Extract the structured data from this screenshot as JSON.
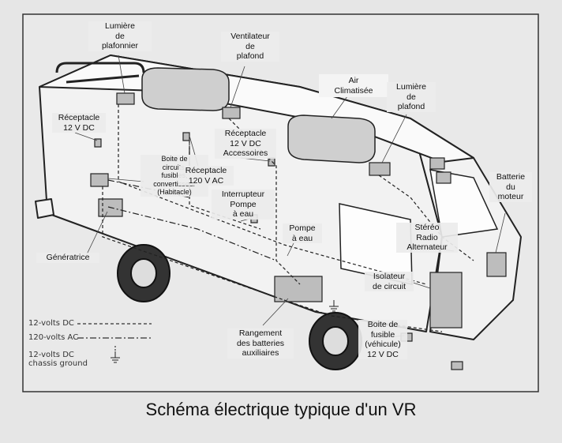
{
  "caption": "Schéma électrique typique d'un VR",
  "labels": {
    "lumiere_plafonnier": "Lumière\nde\nplafonnier",
    "ventilateur": "Ventilateur\nde\nplafond",
    "air_climatisee": "Air\nClimatisée",
    "lumiere_plafond": "Lumière\nde\nplafond",
    "receptacle_12v": "Réceptacle\n12 V DC",
    "receptacle_12v_acc": "Réceptacle\n12 V DC\nAccessoires",
    "boite_circuits": "Boite de\ncircuits,\nfusibles,\nconvertisseur\n(Habitacle)",
    "receptacle_120v": "Réceptacle\n120 V AC",
    "interrupteur_pompe": "Interrupteur\nPompe\nà eau",
    "batterie_moteur": "Batterie\ndu\nmoteur",
    "stereo": "Stéréo\nRadio\nAlternateur",
    "pompe_eau": "Pompe\nà eau",
    "generatrice": "Génératrice",
    "isolateur": "Isolateur\nde circuit",
    "boite_fusible": "Boite de\nfusible\n(véhicule)\n12 V DC",
    "rangement": "Rangement\ndes batteries\nauxiliaires"
  },
  "legend": {
    "dc": "12-volts DC",
    "ac": "120-volts AC",
    "ground": "12-volts DC\nchassis ground"
  },
  "colors": {
    "background": "#e6e6e6",
    "line": "#222222",
    "label_bg": "#ebebeb"
  }
}
